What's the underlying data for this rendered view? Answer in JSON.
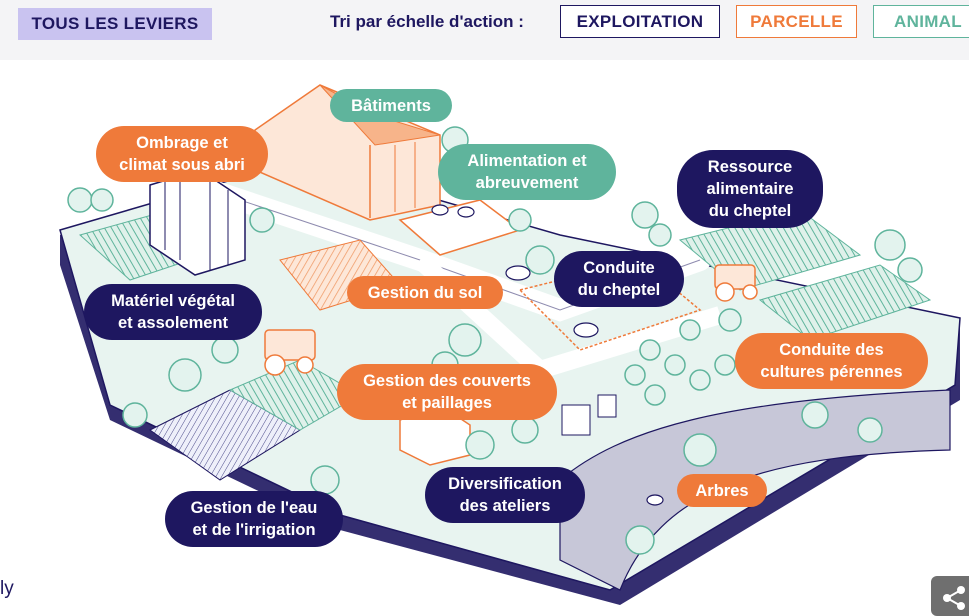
{
  "toolbar": {
    "all_levers": "TOUS LES LEVIERS",
    "sort_label": "Tri par échelle d'action :",
    "filters": {
      "exploitation": "EXPLOITATION",
      "parcelle": "PARCELLE",
      "animal": "ANIMAL"
    }
  },
  "labels": {
    "batiments": "Bâtiments",
    "ombrage_1": "Ombrage et",
    "ombrage_2": "climat sous abri",
    "alimentation_1": "Alimentation et",
    "alimentation_2": "abreuvement",
    "ressource_1": "Ressource",
    "ressource_2": "alimentaire",
    "ressource_3": "du cheptel",
    "conduite_cheptel_1": "Conduite",
    "conduite_cheptel_2": "du cheptel",
    "gestion_sol": "Gestion du sol",
    "materiel_1": "Matériel végétal",
    "materiel_2": "et assolement",
    "cultures_1": "Conduite des",
    "cultures_2": "cultures pérennes",
    "couverts_1": "Gestion des couverts",
    "couverts_2": "et paillages",
    "eau_1": "Gestion de l'eau",
    "eau_2": "et de l'irrigation",
    "diversification_1": "Diversification",
    "diversification_2": "des ateliers",
    "arbres": "Arbres"
  },
  "footer": {
    "partial_logo": "ly"
  },
  "colors": {
    "navy": "#1e1760",
    "orange": "#ef7a3a",
    "teal": "#5fb49c",
    "lavender": "#c9c3f0"
  },
  "icons": {
    "share": "share-icon"
  }
}
